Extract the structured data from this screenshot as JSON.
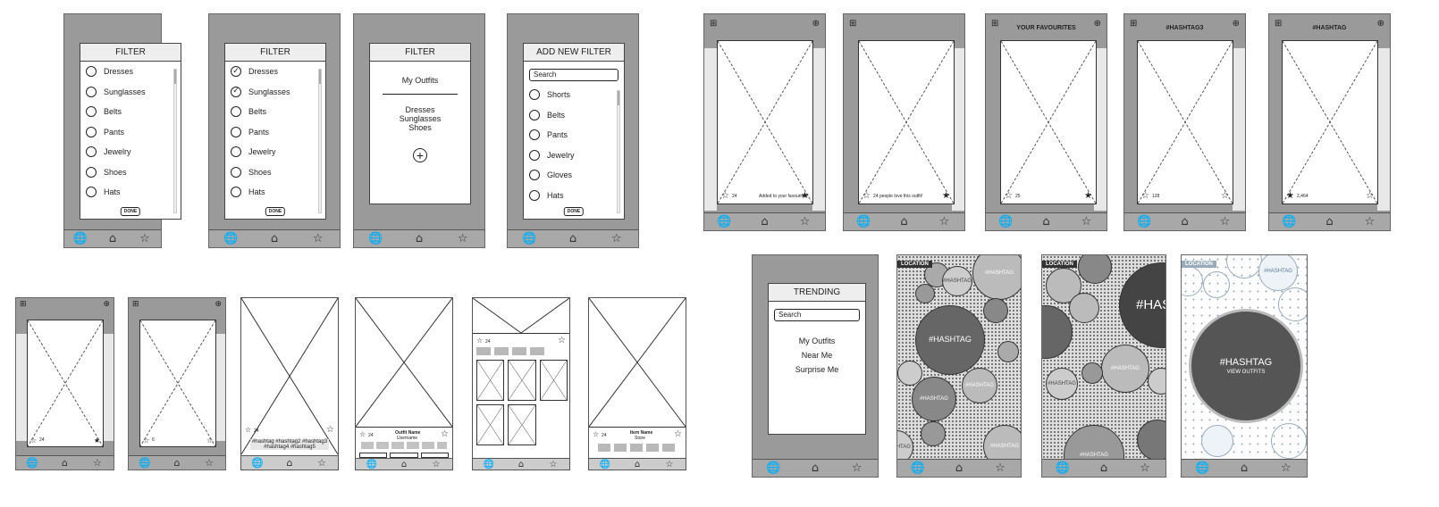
{
  "filter_screens": [
    {
      "title": "FILTER",
      "items": [
        "Dresses",
        "Sunglasses",
        "Belts",
        "Pants",
        "Jewelry",
        "Shoes",
        "Hats"
      ],
      "checked": [
        false,
        false,
        false,
        false,
        false,
        false,
        false
      ],
      "done": "DONE"
    },
    {
      "title": "FILTER",
      "items": [
        "Dresses",
        "Sunglasses",
        "Belts",
        "Pants",
        "Jewelry",
        "Shoes",
        "Hats"
      ],
      "checked": [
        true,
        true,
        false,
        false,
        false,
        false,
        false
      ],
      "done": "DONE"
    }
  ],
  "outfit_screen": {
    "title": "FILTER",
    "heading": "My Outfits",
    "list": [
      "Dresses",
      "Sunglasses",
      "Shoes"
    ],
    "add_icon": "plus-circle-icon"
  },
  "add_filter_screen": {
    "title": "ADD NEW FILTER",
    "search": "Search",
    "items": [
      "Shorts",
      "Belts",
      "Pants",
      "Jewelry",
      "Gloves",
      "Hats"
    ],
    "done": "DONE"
  },
  "feed_screens": [
    {
      "title": "",
      "count": "24",
      "note": "Added to your favourites!"
    },
    {
      "title": "",
      "count": "",
      "note": "24 people love this outfit!"
    },
    {
      "title": "YOUR FAVOURITES",
      "count": "25",
      "note": ""
    },
    {
      "title": "#HASHTAG3",
      "count": "128",
      "note": ""
    },
    {
      "title": "#HASHTAG",
      "count": "2,464",
      "note": ""
    }
  ],
  "small_screens": [
    {
      "count": "24"
    },
    {
      "count": "6"
    }
  ],
  "detail_screens": {
    "hashtags_a": "#hashtag #hashtag2 #hashtag3 #hashtag4 #hashtag5",
    "count_a": "24",
    "count_b": "24",
    "outfit_name": "Outfit Name",
    "outfit_user": "Username",
    "count_c": "24",
    "count_d": "24",
    "name_d": "Item Name",
    "store_d": "Store"
  },
  "trending_screen": {
    "title": "TRENDING",
    "search": "Search",
    "options": [
      "My Outfits",
      "Near Me",
      "Surprise Me"
    ]
  },
  "bubble_screens": {
    "location": "LOCATION",
    "hashtag": "#HASHTAG",
    "view_outfits": "VIEW OUTFITS"
  },
  "nav_icons": [
    "globe-icon",
    "home-icon",
    "star-icon"
  ]
}
